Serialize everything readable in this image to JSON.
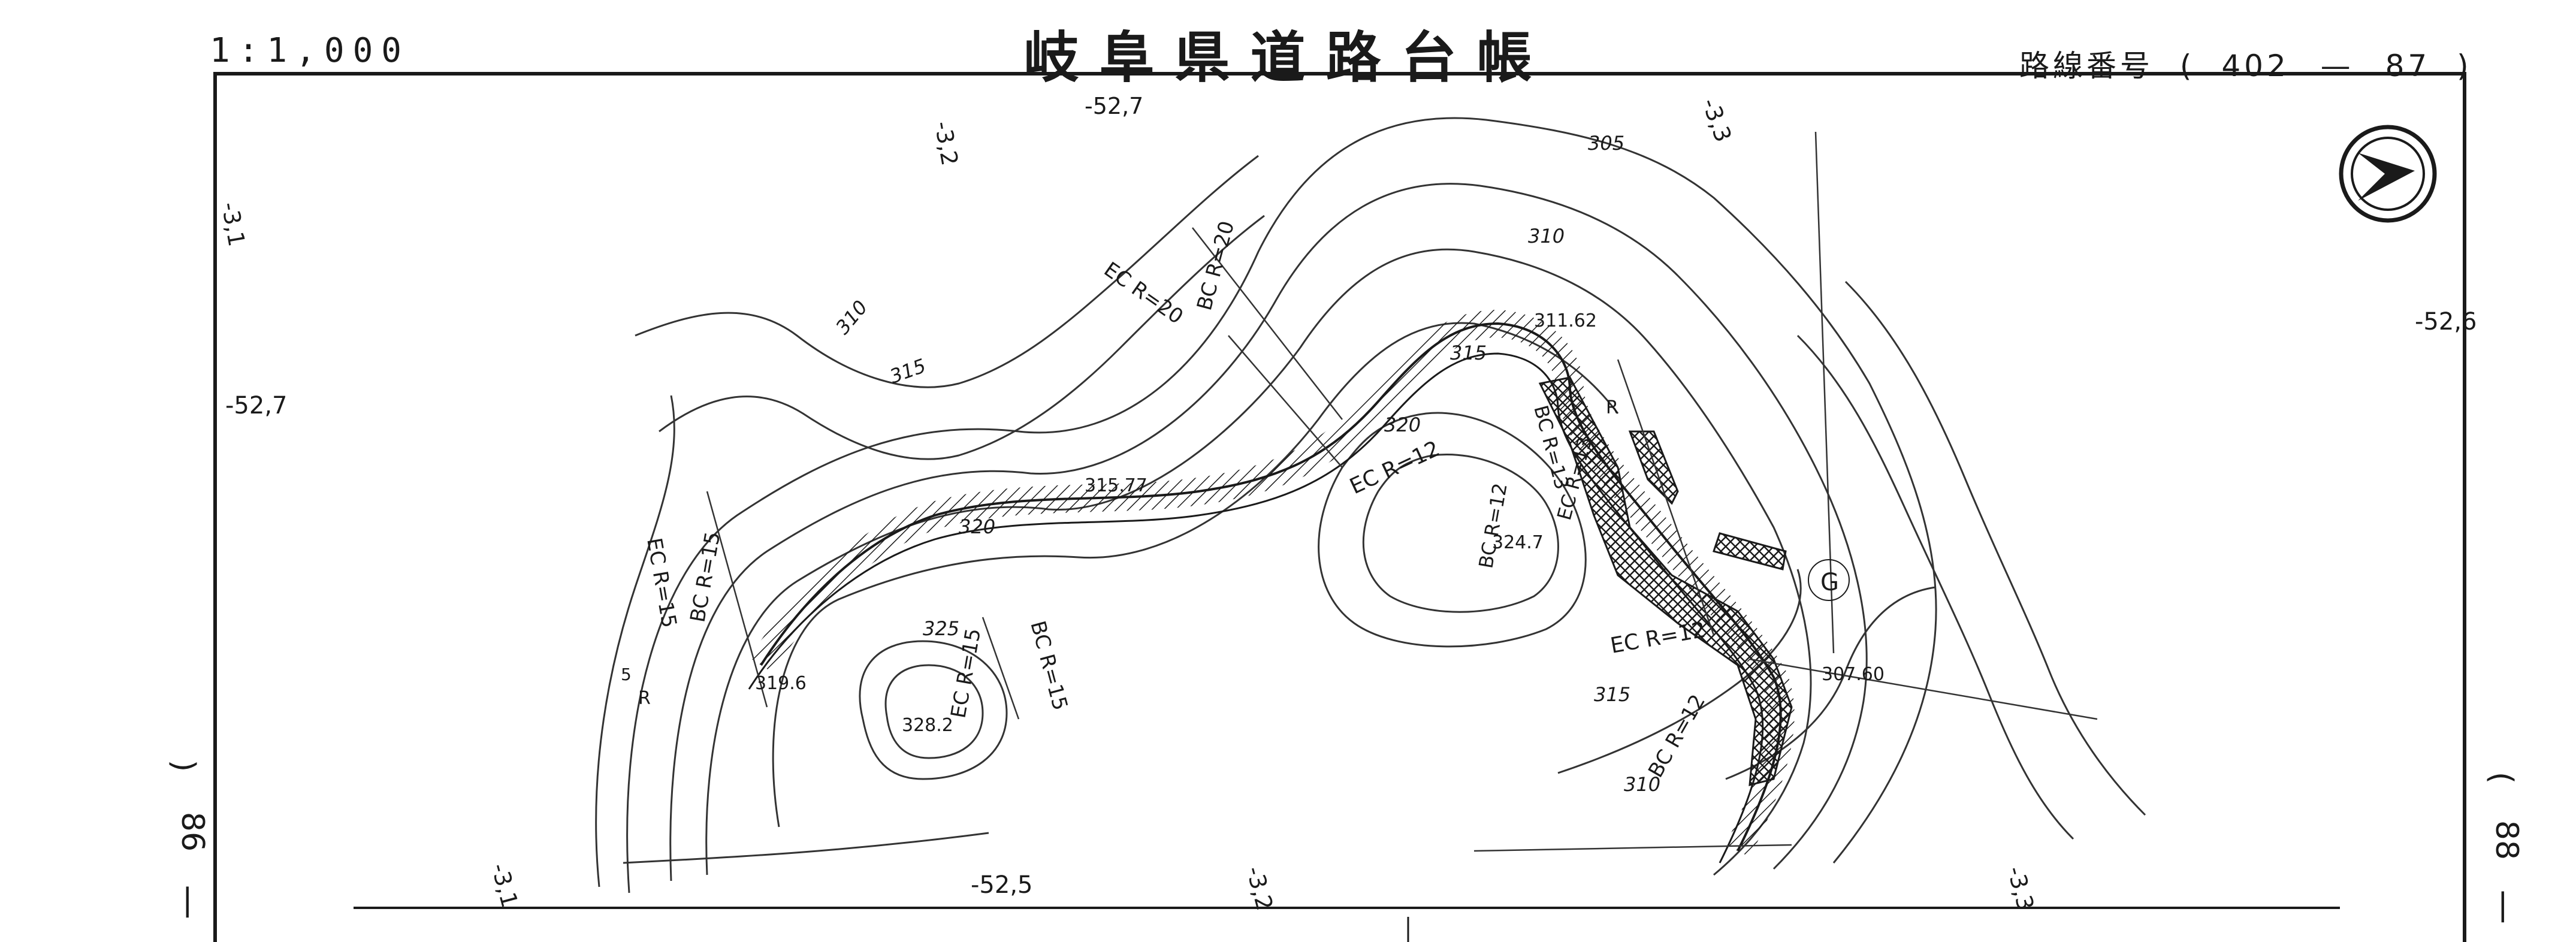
{
  "header": {
    "scale": "1:1,000",
    "title": "岐阜県道路台帳",
    "route_label": "路線番号",
    "route_open": "(",
    "route_a": "402",
    "route_dash": "—",
    "route_b": "87",
    "route_close": ")"
  },
  "edges": {
    "left_sheet": "86",
    "right_sheet": "88",
    "left_paren": ")",
    "right_paren": "(",
    "left_bar": "|",
    "right_bar": "|"
  },
  "map_labels": {
    "grid_32_top": "-3,2",
    "grid_527_top": "-52,7",
    "grid_33_top": "-3,3",
    "grid_31_left": "-3,1",
    "grid_527_left": "-52,7",
    "grid_526_right": "-52,6",
    "grid_31_bottom": "-3,1",
    "grid_525_bottom": "-52,5",
    "grid_32_bottom": "-3,2",
    "grid_33_bottom": "-3,3",
    "c305": "305",
    "c310_top": "310",
    "c310_left": "310",
    "c315_left": "315",
    "c315_mid": "315",
    "c320_mid": "320",
    "c320_left": "320",
    "c325": "325",
    "c315_bot": "315",
    "c310_bot": "310",
    "curve_ec_r20": "EC R=20",
    "curve_bc_r20": "BC R=20",
    "curve_bc_r15_left": "BC R=15",
    "curve_ec_r15_rot": "EC R=15",
    "curve_ec_r15": "EC R=15",
    "curve_bc_r15": "BC R=15",
    "curve_ec_r12_mid": "EC R=12",
    "curve_bc_r12": "BC R=12",
    "curve_ec_r13": "EC R=13",
    "curve_bc_r13": "BC R=13",
    "curve_ec_r12_right": "EC R=12",
    "curve_bc_r12_bot": "BC R=12",
    "spot_31577": "315.77",
    "spot_3247": "324.7",
    "spot_31162": "311.62",
    "spot_30760": "307.60",
    "spot_3196": "319.6",
    "spot_3282": "328.2",
    "mark_g": "G",
    "mark_r_left": "R",
    "mark_r_right": "R",
    "mark_5": "5"
  },
  "north_arrow": "north-arrow-icon"
}
